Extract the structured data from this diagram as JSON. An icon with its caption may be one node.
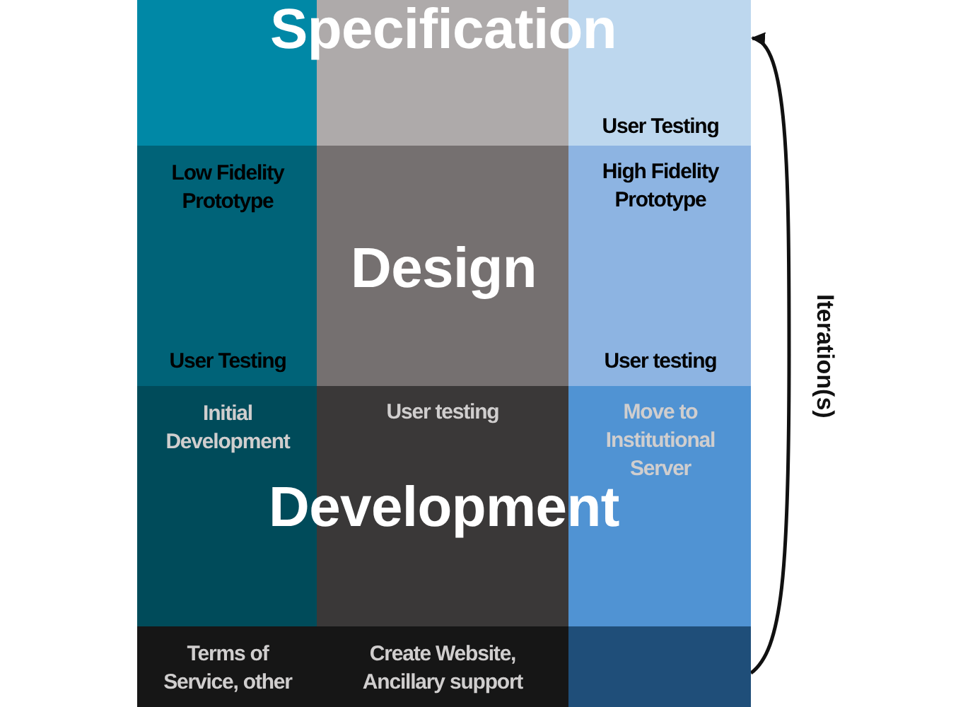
{
  "diagram": {
    "nodes": [
      {
        "text": [],
        "shape": "box"
      },
      {
        "text": [],
        "shape": "box"
      },
      {
        "text": [
          "User Testing"
        ]
      },
      {
        "text": [
          "Low Fidelity Prototype",
          "User Testing"
        ]
      },
      {
        "text": [],
        "shape": "box"
      },
      {
        "text": [
          "High Fidelity Prototype",
          "User testing"
        ]
      },
      {
        "text": [
          "Initial Development"
        ]
      },
      {
        "text": [
          "User testing"
        ]
      },
      {
        "text": [
          "Move to Institutional Server"
        ]
      },
      {
        "text": [
          "Terms of Service, other"
        ]
      },
      {
        "text": [
          "Create Website, Ancillary support"
        ]
      },
      {
        "text": [],
        "shape": "box"
      }
    ],
    "edges": [
      {
        "from": 11,
        "to": 2,
        "arrow": "to",
        "label": "Iteration(s)"
      }
    ],
    "labels": [
      "Specification",
      "Design",
      "Development"
    ]
  }
}
